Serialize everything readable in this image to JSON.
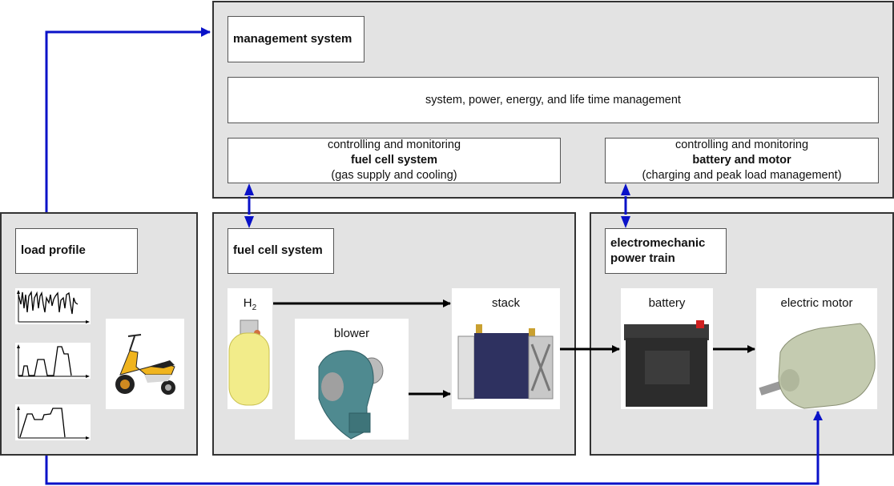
{
  "colors": {
    "panel_bg": "#e3e3e3",
    "feedback_arrow": "#0a12c8",
    "flow_arrow": "#000000"
  },
  "management": {
    "title": "management system",
    "overall": "system, power, energy, and life time management",
    "fuel_cell_control": {
      "line1": "controlling and monitoring",
      "line2": "fuel cell system",
      "line3": "(gas supply and cooling)"
    },
    "battery_control": {
      "line1": "controlling and monitoring",
      "line2": "battery and motor",
      "line3": "(charging and peak load management)"
    }
  },
  "load_profile": {
    "title": "load profile",
    "profiles": [
      "dynamic-profile-icon",
      "stepped-profile-icon",
      "plateau-profile-icon"
    ],
    "vehicle": "scooter-icon"
  },
  "fuel_cell_system": {
    "title": "fuel cell system",
    "h2_label": "H",
    "h2_sub": "2",
    "blower_label": "blower",
    "stack_label": "stack"
  },
  "power_train": {
    "title_line1": "electromechanic",
    "title_line2": "power train",
    "battery_label": "battery",
    "motor_label": "electric motor"
  }
}
